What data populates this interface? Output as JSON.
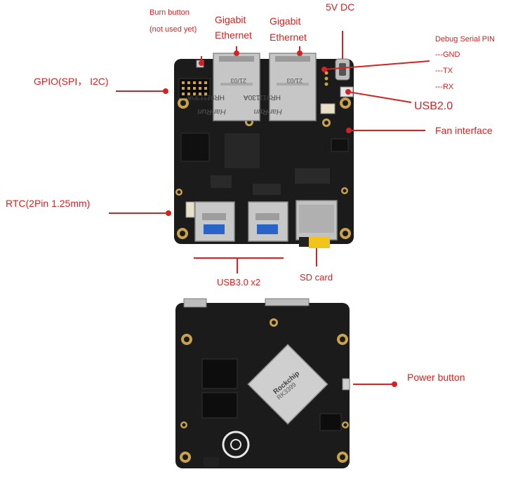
{
  "labels": {
    "burn_button_line1": "Burn button",
    "burn_button_line2": "(not used yet)",
    "gigabit_ethernet_1_line1": "Gigabit",
    "gigabit_ethernet_1_line2": "Ethernet",
    "gigabit_ethernet_2_line1": "Gigabit",
    "gigabit_ethernet_2_line2": "Ethernet",
    "dc_5v": "5V DC",
    "debug_serial_pin": "Debug Serial PIN",
    "gnd": "---GND",
    "tx": "---TX",
    "rx": "---RX",
    "gpio": "GPIO(SPI， I2C)",
    "usb20": "USB2.0",
    "fan_interface": "Fan interface",
    "rtc": "RTC(2Pin 1.25mm)",
    "usb30": "USB3.0 x2",
    "sd_card": "SD card",
    "power_button": "Power button"
  },
  "board_print": {
    "rj45_model_1": "HR911130A",
    "rj45_model_2": "HR911130A",
    "rj45_brand_1": "HanRun",
    "rj45_brand_2": "HanRun",
    "rj45_date_1": "21/03",
    "rj45_date_2": "21/03",
    "soc_brand": "Rockchip",
    "soc_model": "RK3399"
  },
  "colors": {
    "annotation": "#d42222",
    "pcb": "#1b1b1b",
    "mount_ring": "#c9a24a",
    "metal": "#c4c4c4"
  }
}
